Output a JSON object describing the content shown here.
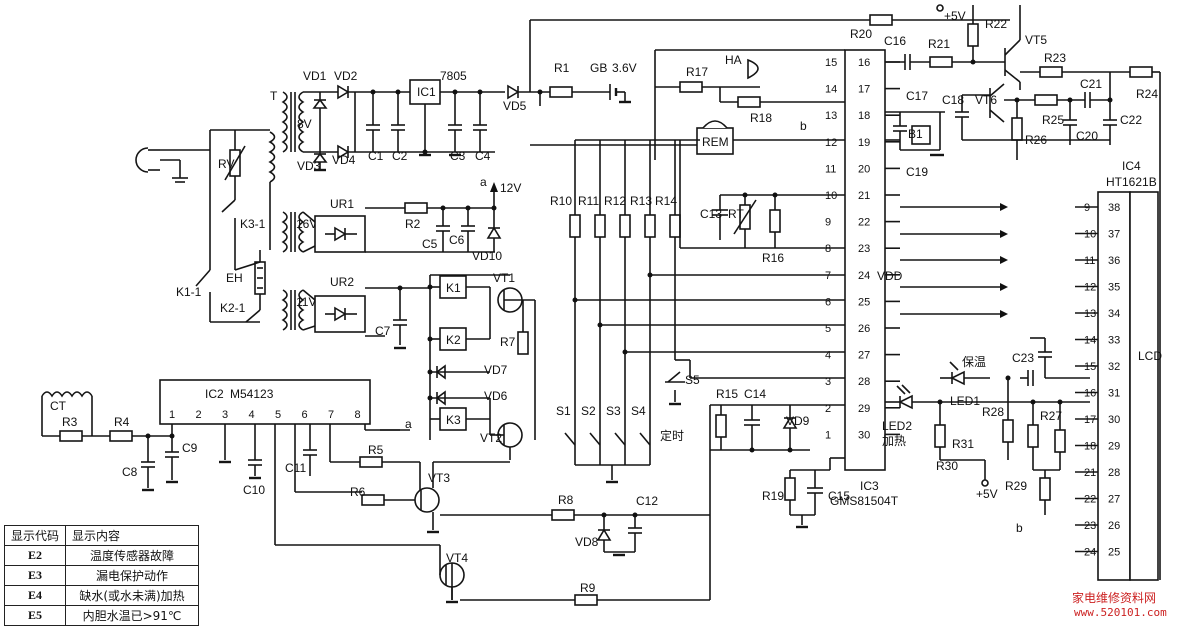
{
  "components": {
    "transformer_t": "T",
    "vd1": "VD1",
    "vd2": "VD2",
    "vd3": "VD3",
    "vd4": "VD4",
    "v8": "8V",
    "ic1": "IC1",
    "reg": "7805",
    "c1": "C1",
    "c2": "C2",
    "c3": "C3",
    "c4": "C4",
    "vd5": "VD5",
    "r1": "R1",
    "gb": "GB",
    "v36": "3.6V",
    "r17": "R17",
    "ha": "HA",
    "r18": "R18",
    "rem": "REM",
    "r20": "R20",
    "c16": "C16",
    "r21": "R21",
    "v5": "+5V",
    "r22": "R22",
    "vt5": "VT5",
    "r23": "R23",
    "r24": "R24",
    "c17": "C17",
    "c18": "C18",
    "vt6": "VT6",
    "r25": "R25",
    "c21": "C21",
    "c22": "C22",
    "b1": "B1",
    "c19": "C19",
    "r26": "R26",
    "c20": "C20",
    "ic4": "IC4",
    "ht": "HT1621B",
    "rv": "RV",
    "k31": "K3-1",
    "eh": "EH",
    "k11": "K1-1",
    "k21": "K2-1",
    "ur1": "UR1",
    "v16": "16V",
    "r2": "R2",
    "c5": "C5",
    "c6": "C6",
    "vd10": "VD10",
    "v12": "12V",
    "a": "a",
    "ur2": "UR2",
    "v11": "11V",
    "c7": "C7",
    "k1": "K1",
    "k2": "K2",
    "k3": "K3",
    "vt1": "VT1",
    "r7": "R7",
    "vd7": "VD7",
    "vd6": "VD6",
    "vt2": "VT2",
    "r10": "R10",
    "r11": "R11",
    "r12": "R12",
    "r13": "R13",
    "r14": "R14",
    "c13": "C13",
    "rt": "RT",
    "r16": "R16",
    "vdd": "VDD",
    "s5": "S5",
    "s1": "S1",
    "s2": "S2",
    "s3": "S3",
    "s4": "S4",
    "timer": "定时",
    "r15": "R15",
    "c14": "C14",
    "vd9": "VD9",
    "r19": "R19",
    "c15": "C15",
    "ic3": "IC3",
    "gms": "GMS81504T",
    "led2": "LED2",
    "heat": "加热",
    "keep": "保温",
    "led1": "LED1",
    "c23": "C23",
    "r28": "R28",
    "r27": "R27",
    "r31": "R31",
    "r30": "R30",
    "r29": "R29",
    "lcd": "LCD",
    "b": "b",
    "ct": "CT",
    "r3": "R3",
    "r4": "R4",
    "c8": "C8",
    "c9": "C9",
    "ic2": "IC2",
    "m54": "M54123",
    "c10": "C10",
    "c11": "C11",
    "r5": "R5",
    "r6": "R6",
    "vt3": "VT3",
    "vt4": "VT4",
    "r8": "R8",
    "c12": "C12",
    "vd8": "VD8",
    "r9": "R9"
  },
  "ic3_pins_left": [
    "15",
    "14",
    "13",
    "12",
    "11",
    "10",
    "9",
    "8",
    "7",
    "6",
    "5",
    "4",
    "3",
    "2",
    "1"
  ],
  "ic3_pins_right": [
    "16",
    "17",
    "18",
    "19",
    "20",
    "21",
    "22",
    "23",
    "24",
    "25",
    "26",
    "27",
    "28",
    "29",
    "30"
  ],
  "ic4_pins_left": [
    "9",
    "10",
    "11",
    "12",
    "13",
    "14",
    "15",
    "16",
    "17",
    "18",
    "21",
    "22",
    "23",
    "24"
  ],
  "ic4_pins_right": [
    "38",
    "37",
    "36",
    "35",
    "34",
    "33",
    "32",
    "31",
    "30",
    "29",
    "28",
    "27",
    "26",
    "25"
  ],
  "ic2_pins": [
    "1",
    "2",
    "3",
    "4",
    "5",
    "6",
    "7",
    "8"
  ],
  "legend": {
    "header_code": "显示代码",
    "header_desc": "显示内容",
    "rows": [
      {
        "code": "E2",
        "desc": "温度传感器故障"
      },
      {
        "code": "E3",
        "desc": "漏电保护动作"
      },
      {
        "code": "E4",
        "desc": "缺水(或水未满)加热"
      },
      {
        "code": "E5",
        "desc": "内胆水温已>91℃"
      }
    ]
  },
  "watermark": {
    "text": "家电维修资料网",
    "url": "www.520101.com"
  }
}
